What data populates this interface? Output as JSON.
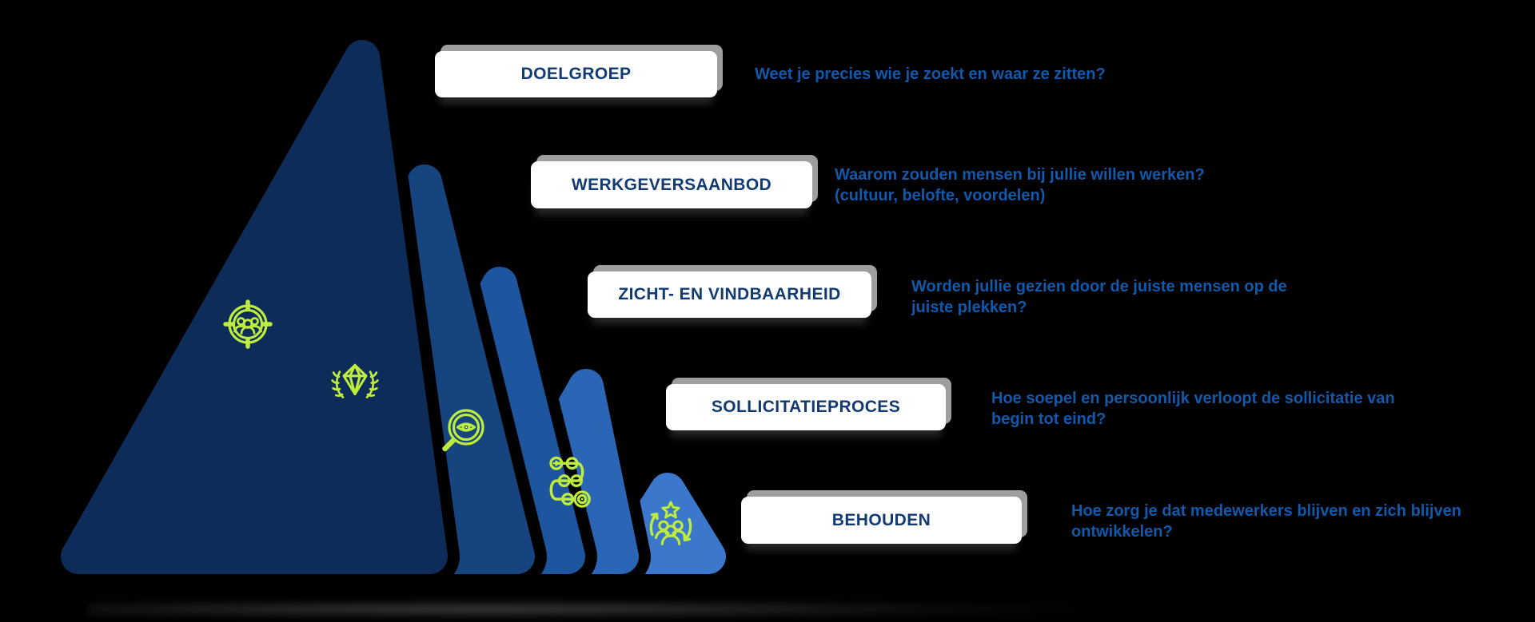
{
  "pyramid": {
    "levels": [
      {
        "label": "DOELGROEP",
        "description_lines": [
          "Weet je precies wie je zoekt en waar ze zitten?"
        ],
        "triangle_color": "#0e2c59",
        "icon": "target-audience-icon"
      },
      {
        "label": "WERKGEVERSAANBOD",
        "description_lines": [
          "Waarom zouden mensen bij jullie willen werken?",
          "(cultuur, belofte, voordelen)"
        ],
        "triangle_color": "#16447f",
        "icon": "diamond-laurel-icon"
      },
      {
        "label": "ZICHT- EN VINDBAARHEID",
        "description_lines": [
          "Worden jullie gezien door de juiste mensen op de",
          "juiste plekken?"
        ],
        "triangle_color": "#1d559e",
        "icon": "eye-magnifier-icon"
      },
      {
        "label": "SOLLICITATIEPROCES",
        "description_lines": [
          "Hoe soepel en persoonlijk verloopt de sollicitatie van",
          "begin tot eind?"
        ],
        "triangle_color": "#2a66b5",
        "icon": "process-route-icon"
      },
      {
        "label": "BEHOUDEN",
        "description_lines": [
          "Hoe zorg je dat medewerkers blijven en zich blijven",
          "ontwikkelen?"
        ],
        "triangle_color": "#3b78cb",
        "icon": "people-retention-icon"
      }
    ],
    "colors": {
      "icon_green": "#bdec3e",
      "label_text": "#123a72",
      "description_text": "#1159ac",
      "box_background": "#ffffff",
      "box_shadow": "#9e9e9e",
      "background": "#000000"
    }
  }
}
